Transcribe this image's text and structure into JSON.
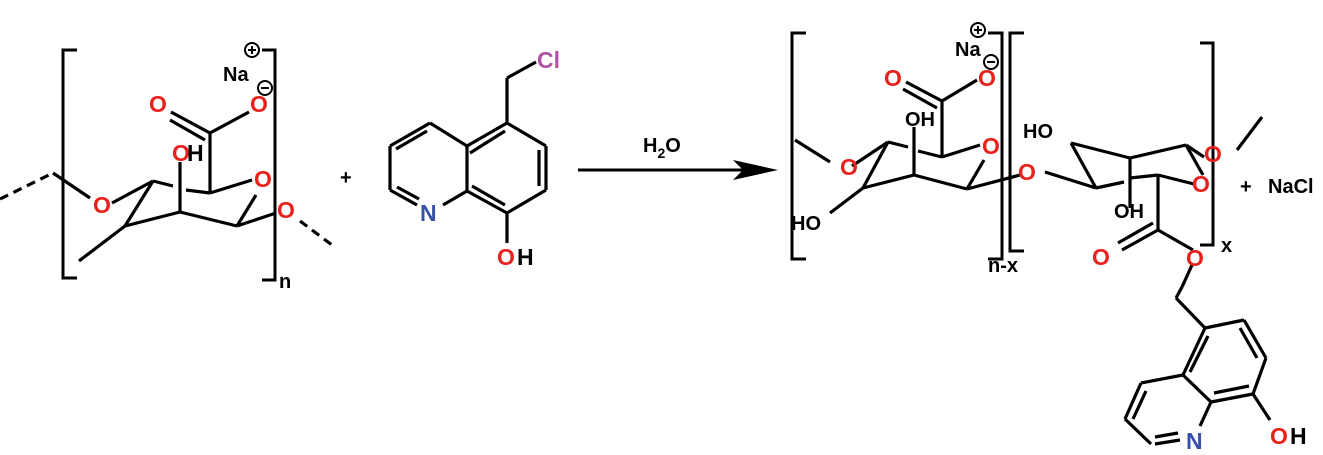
{
  "title": "Reaction scheme: sodium alginate + 5-chloromethyl-8-hydroxyquinoline in water giving alginate-8HQ ester + NaCl",
  "colors": {
    "bond": "#000000",
    "oxygen": "#e8211d",
    "nitrogen": "#3651a8",
    "chlorine": "#b251a5",
    "text": "#000000"
  },
  "reactant1": {
    "name": "sodium alginate repeat unit",
    "counter_ion": "Na",
    "charge_plus": "+",
    "charge_minus": "−",
    "carbonyl_O": "O",
    "carboxylate_O": "O",
    "ring_O": "O",
    "hydroxyl": {
      "O": "O",
      "H": "H"
    },
    "glycosidic_O_left": "O",
    "glycosidic_O_right": "O",
    "repeat_subscript": "n"
  },
  "plus1": "+",
  "reactant2": {
    "name": "5-chloromethyl-8-hydroxyquinoline",
    "Cl": "Cl",
    "N": "N",
    "hydroxyl": {
      "O": "O",
      "H": "H"
    }
  },
  "arrow": {
    "reagent_main": "H",
    "reagent_sub": "2",
    "reagent_tail": "O"
  },
  "product": {
    "unit1": {
      "counter_ion": "Na",
      "charge_plus": "+",
      "charge_minus": "−",
      "carbonyl_O": "O",
      "carboxylate_O": "O",
      "ring_O": "O",
      "glycosidic_O": "O",
      "bridge_O": "O",
      "hydroxyl_top": "OH",
      "hydroxyl_bottom": "HO",
      "repeat_subscript": "n-x"
    },
    "unit2": {
      "hydroxyl_top": "HO",
      "hydroxyl_bottom": "OH",
      "ring_O": "O",
      "glycosidic_O": "O",
      "carbonyl_O": "O",
      "ester_O": "O",
      "repeat_subscript": "x"
    },
    "quinoline": {
      "N": "N",
      "hydroxyl": {
        "O": "O",
        "H": "H"
      }
    }
  },
  "plus2": "+",
  "byproduct": "NaCl"
}
